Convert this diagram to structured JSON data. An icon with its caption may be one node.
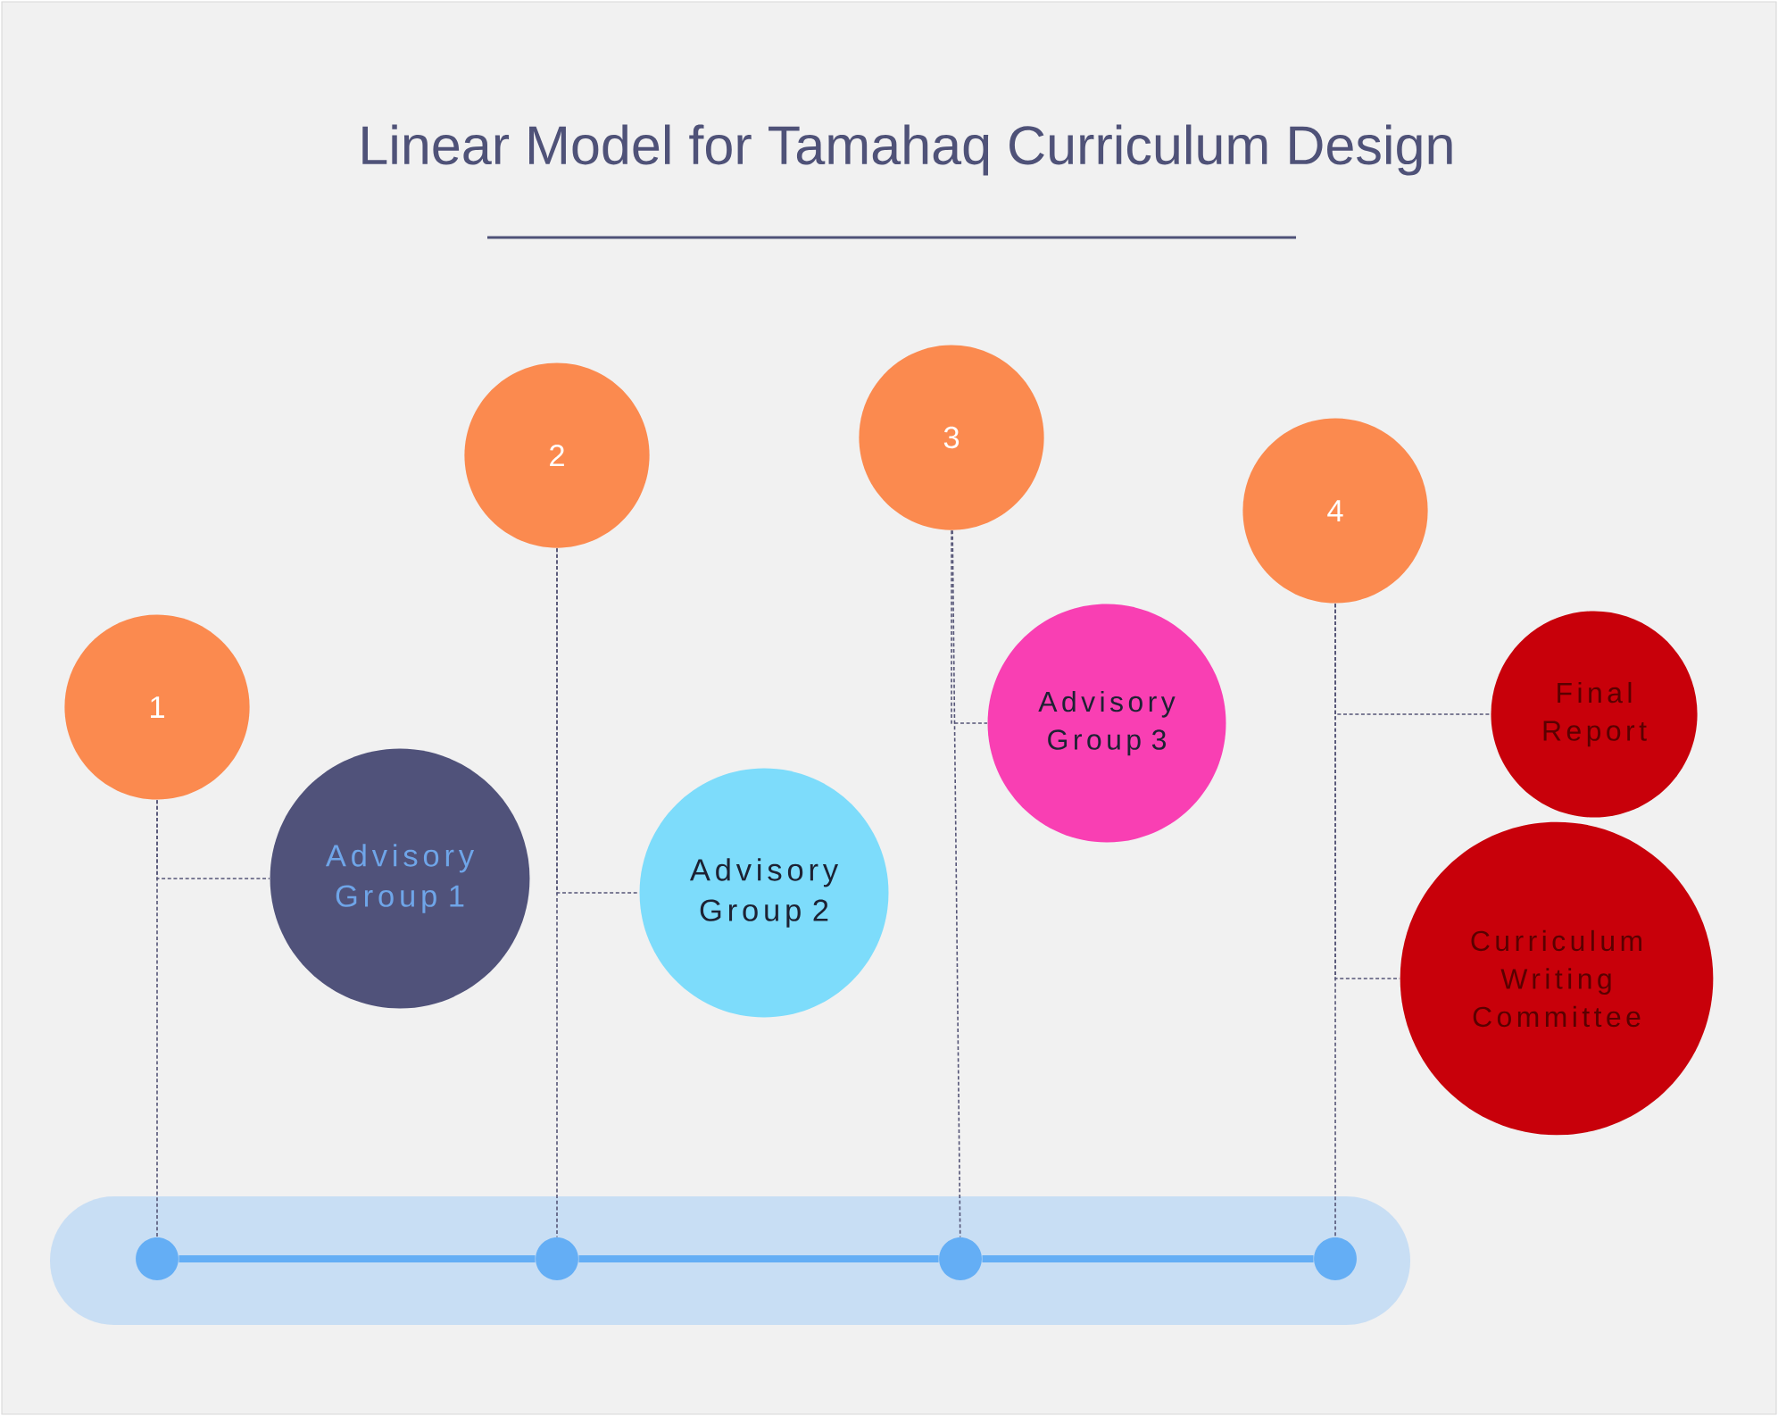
{
  "diagram": {
    "title": "Linear Model for Tamahaq Curriculum Design",
    "nodes": [
      {
        "text": [
          "1"
        ]
      },
      {
        "text": [
          "2"
        ]
      },
      {
        "text": [
          "3"
        ]
      },
      {
        "text": [
          "4"
        ]
      },
      {
        "text": [
          "Advisory Group 1"
        ]
      },
      {
        "text": [
          "Advisory Group 2"
        ]
      },
      {
        "text": [
          "Advisory Group 3"
        ]
      },
      {
        "text": [
          "Final Report"
        ]
      },
      {
        "text": [
          "Curriculum Writing Committee"
        ]
      },
      {
        "text": [],
        "shape": "circle"
      },
      {
        "text": [],
        "shape": "circle"
      },
      {
        "text": [],
        "shape": "circle"
      },
      {
        "text": [],
        "shape": "circle"
      }
    ],
    "edges": [
      {
        "from": 0,
        "to": 9,
        "arrow": "none",
        "style": "dashed"
      },
      {
        "from": 1,
        "to": 10,
        "arrow": "none",
        "style": "dashed"
      },
      {
        "from": 2,
        "to": 11,
        "arrow": "none",
        "style": "dashed"
      },
      {
        "from": 3,
        "to": 12,
        "arrow": "none",
        "style": "dashed"
      },
      {
        "from": 0,
        "to": 4,
        "arrow": "none",
        "style": "dashed"
      },
      {
        "from": 1,
        "to": 5,
        "arrow": "none",
        "style": "dashed"
      },
      {
        "from": 2,
        "to": 6,
        "arrow": "none",
        "style": "dashed"
      },
      {
        "from": 3,
        "to": 7,
        "arrow": "none",
        "style": "dashed"
      },
      {
        "from": 3,
        "to": 8,
        "arrow": "none",
        "style": "dashed"
      },
      {
        "from": 9,
        "to": 10,
        "arrow": "none",
        "style": "thick",
        "color": "#64aef5"
      },
      {
        "from": 10,
        "to": 11,
        "arrow": "none",
        "style": "thick",
        "color": "#64aef5"
      },
      {
        "from": 11,
        "to": 12,
        "arrow": "none",
        "style": "thick",
        "color": "#64aef5"
      }
    ]
  }
}
